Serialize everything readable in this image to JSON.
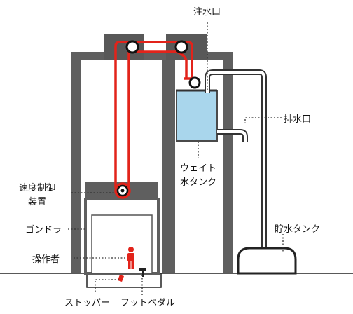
{
  "labels": {
    "water_inlet": "注水口",
    "drain_outlet": "排水口",
    "weight_tank_line1": "ウェイト",
    "weight_tank_line2": "水タンク",
    "speed_control_line1": "速度制御",
    "speed_control_line2": "装置",
    "gondola": "ゴンドラ",
    "operator": "操作者",
    "storage_tank": "貯水タンク",
    "stopper": "ストッパー",
    "foot_pedal": "フットペダル"
  },
  "colors": {
    "frame": "#5f5f5f",
    "pulley_block": "#585858",
    "cable": "#e2231a",
    "water": "#a9d6ec",
    "pipe": "#333333",
    "operator": "#e2231a",
    "text": "#111111"
  },
  "icons": {
    "operator": "person-icon",
    "pulley": "pulley-icon",
    "speed_control": "speed-control-wheel-icon"
  }
}
